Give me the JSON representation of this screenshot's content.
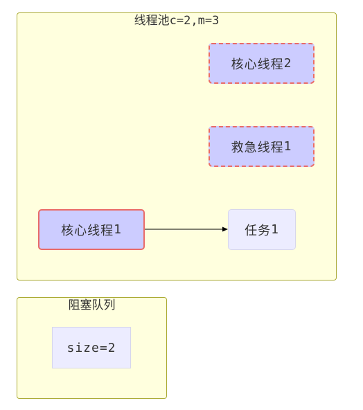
{
  "thread_pool": {
    "title_prefix": "线程池",
    "title_params": "c=2,m=3",
    "nodes": {
      "core_thread_2": {
        "name": "核心线程",
        "num": "2"
      },
      "rescue_thread_1": {
        "name": "救急线程",
        "num": "1"
      },
      "core_thread_1": {
        "name": "核心线程",
        "num": "1"
      },
      "task_1": {
        "name": "任务",
        "num": "1"
      }
    }
  },
  "blocking_queue": {
    "title": "阻塞队列",
    "size_label": "size=2"
  },
  "colors": {
    "pool_fill": "#ffffde",
    "pool_border": "#aaaa33",
    "thread_fill": "#ccccff",
    "thread_border": "#ea6b66",
    "task_fill": "#ececff",
    "edge": "#000000"
  }
}
